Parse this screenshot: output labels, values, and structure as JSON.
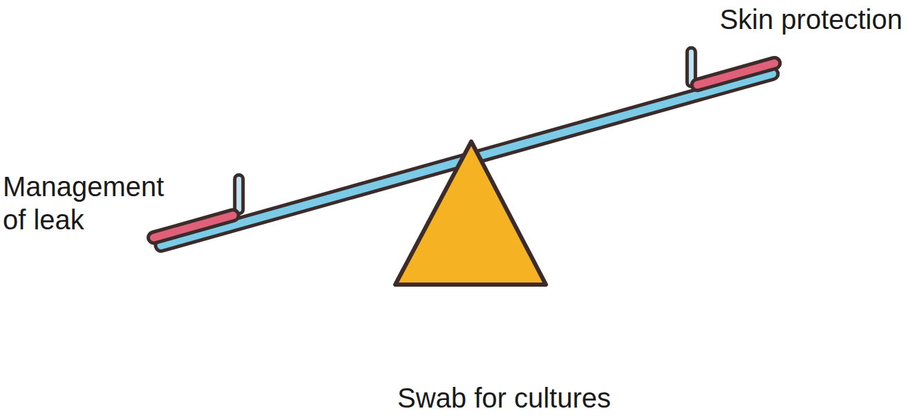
{
  "diagram": {
    "labels": [
      "Skin protection",
      "Management of leak",
      "Swab for cultures"
    ]
  }
}
